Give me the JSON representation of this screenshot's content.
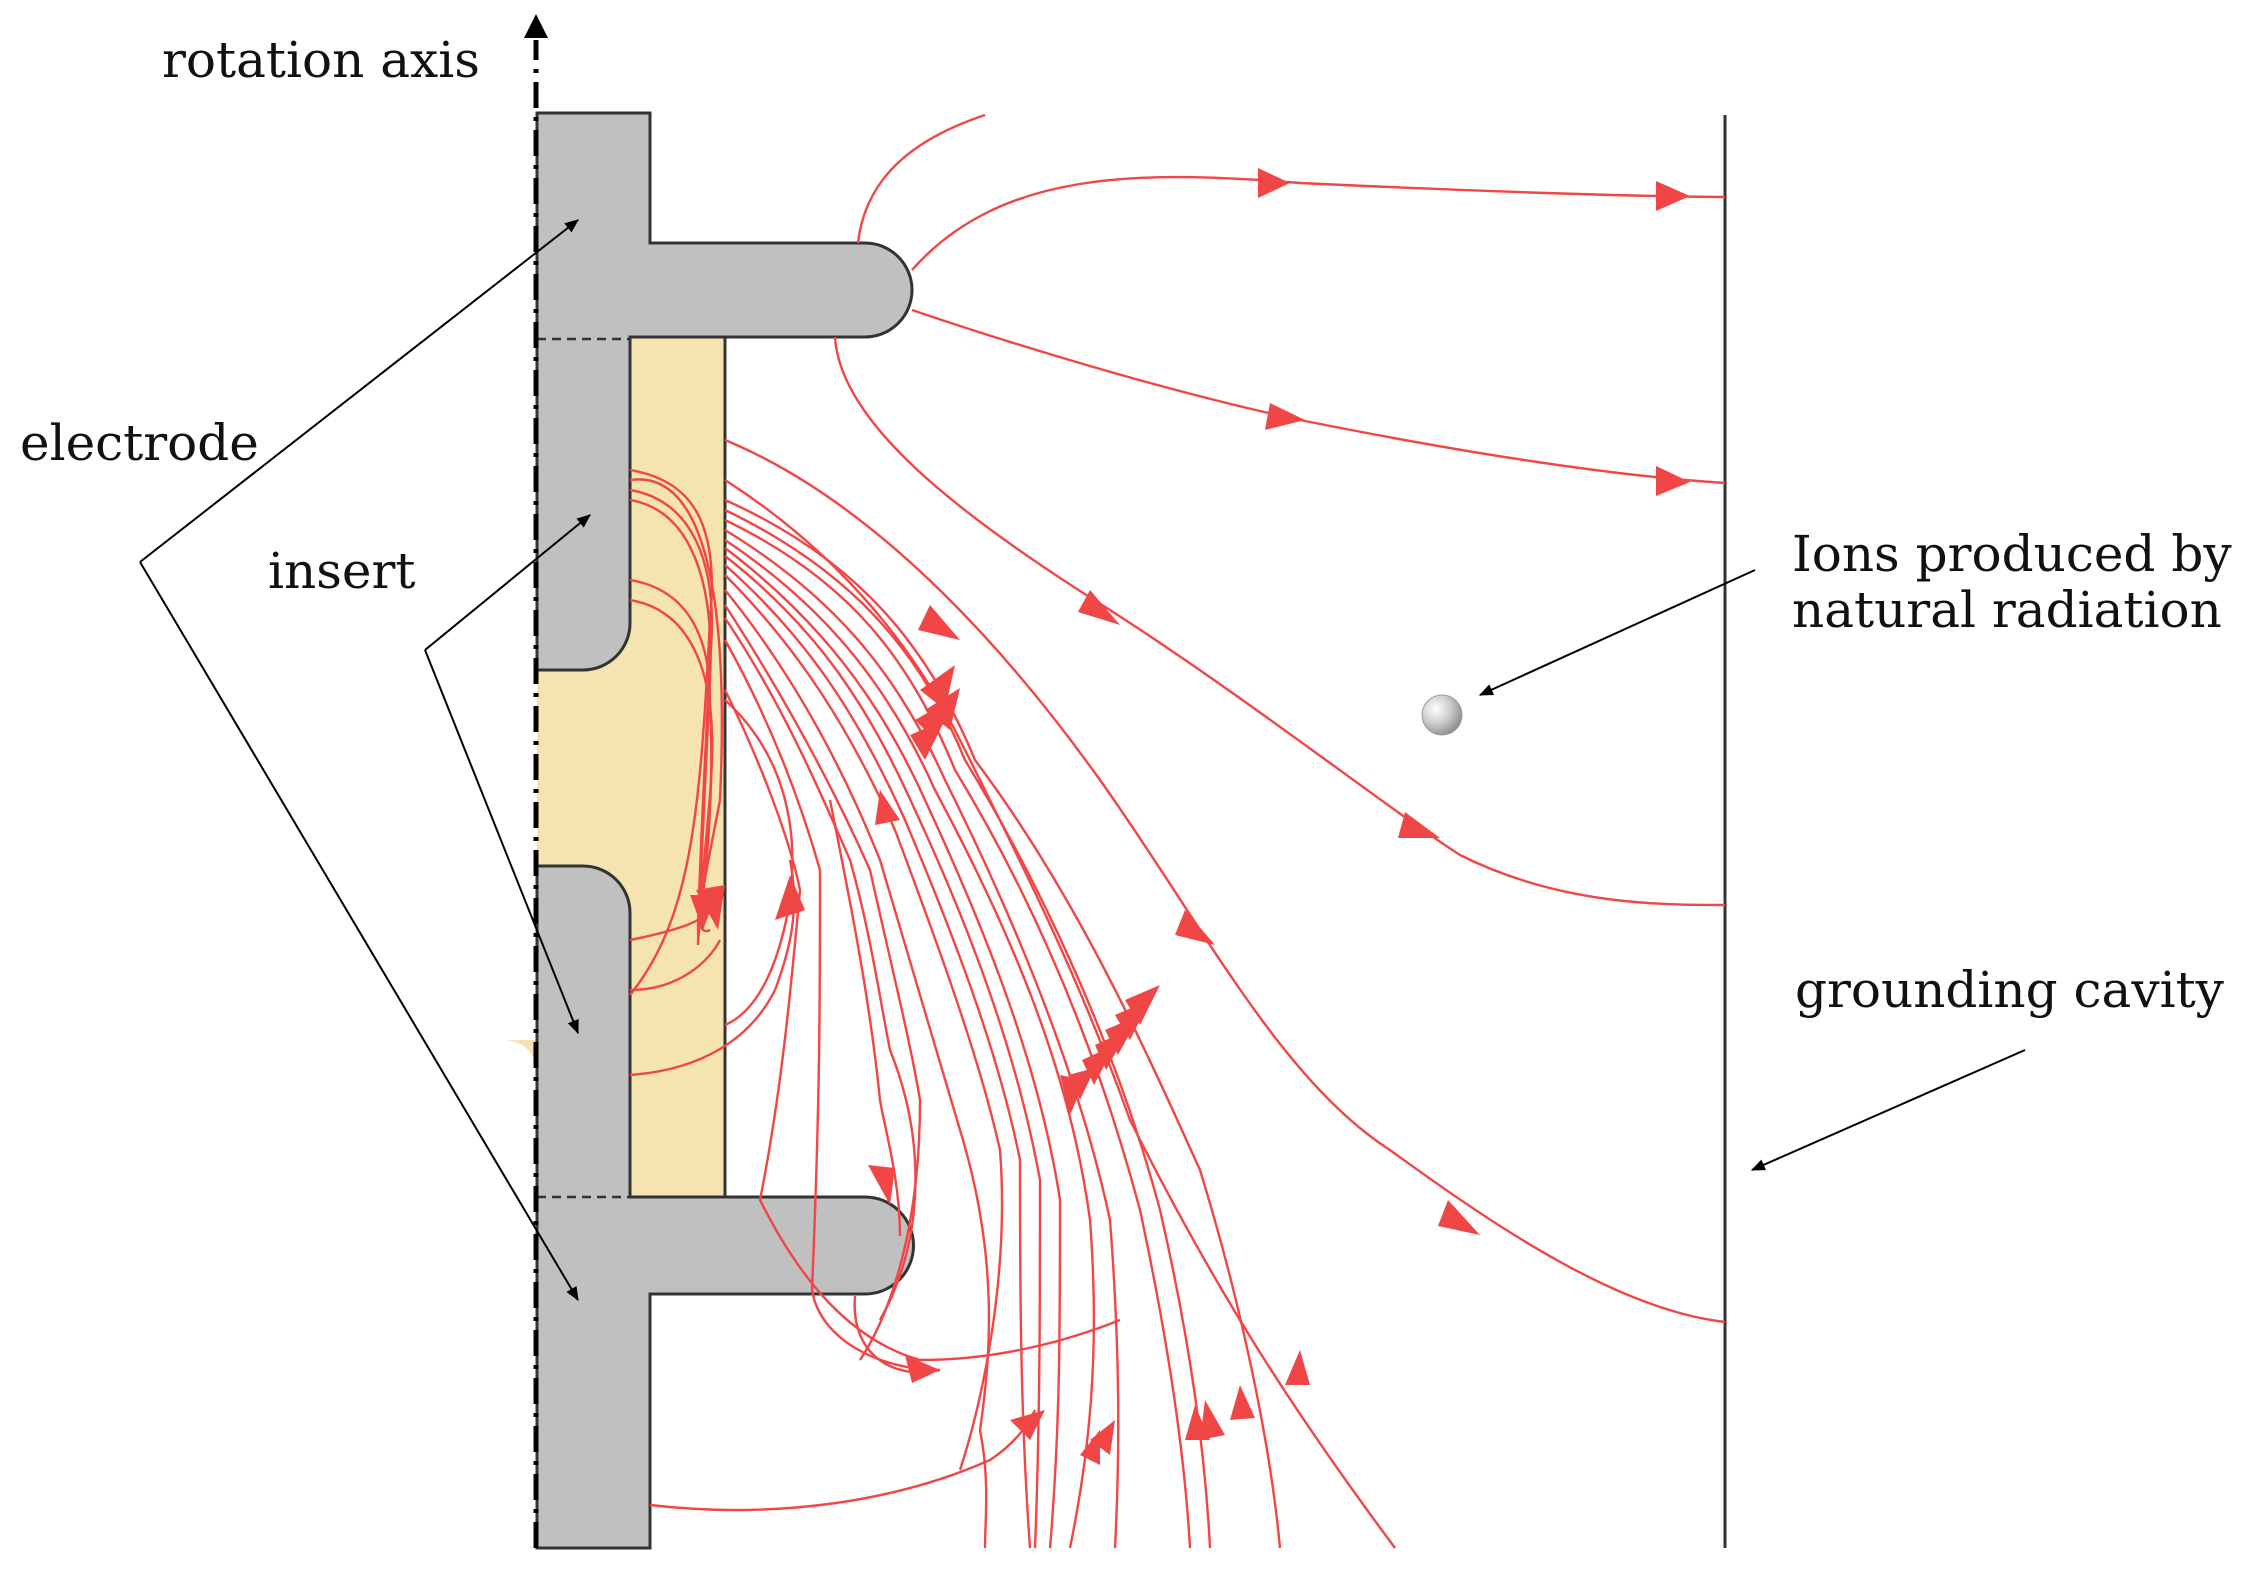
{
  "labels": {
    "rotation_axis": "rotation axis",
    "electrode": "electrode",
    "insert": "insert",
    "ions": "Ions produced by\nnatural radiation",
    "grounding_cavity": "grounding cavity"
  },
  "colors": {
    "electrode_fill": "#c0c0c0",
    "insert_fill": "#f5e3b1",
    "field_line": "#f04646",
    "outline": "#333333",
    "leader_line": "#000000",
    "ion_fill": "#bfbfbf"
  },
  "icons": {
    "axis_arrow": "arrow-up-icon",
    "ion": "sphere-icon"
  }
}
